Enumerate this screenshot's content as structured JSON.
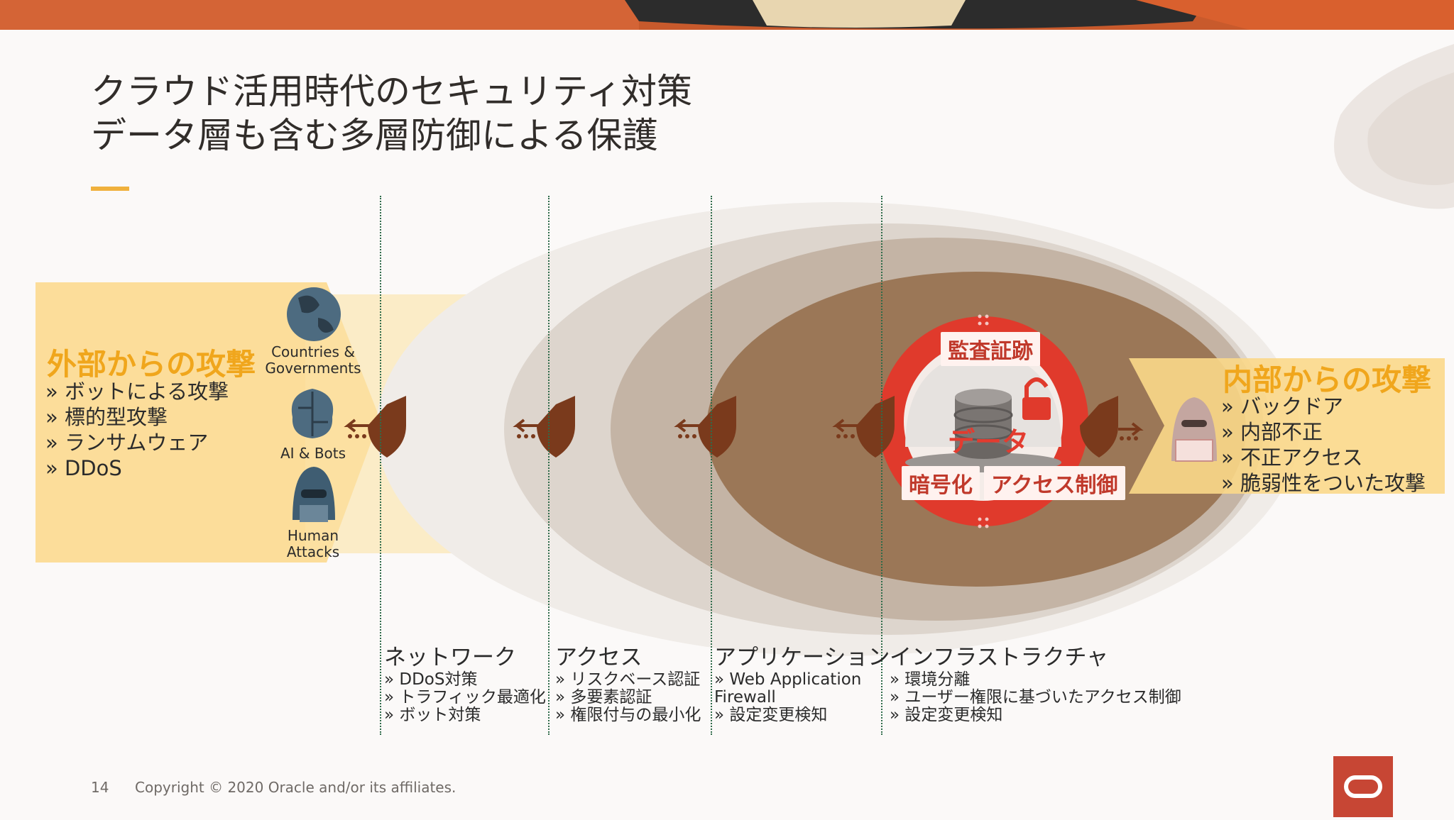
{
  "title": {
    "line1": "クラウド活用時代のセキュリティ対策",
    "line2": "データ層も含む多層防御による保護"
  },
  "external": {
    "title": "外部からの攻撃",
    "items": [
      "ボットによる攻撃",
      "標的型攻撃",
      "ランサムウェア",
      "DDoS"
    ],
    "sources": [
      {
        "label": "Countries &\nGovernments",
        "icon": "globe-icon"
      },
      {
        "label": "AI & Bots",
        "icon": "brain-circuit-icon"
      },
      {
        "label": "Human\nAttacks",
        "icon": "hacker-icon"
      }
    ]
  },
  "internal": {
    "title": "内部からの攻撃",
    "items": [
      "バックドア",
      "内部不正",
      "不正アクセス",
      "脆弱性をついた攻撃"
    ]
  },
  "core": {
    "data_label": "データ",
    "tags": {
      "audit": "監査証跡",
      "encrypt": "暗号化",
      "access": "アクセス制御"
    }
  },
  "layers": [
    {
      "title": "ネットワーク",
      "items": [
        "DDoS対策",
        "トラフィック最適化",
        "ボット対策"
      ]
    },
    {
      "title": "アクセス",
      "items": [
        "リスクベース認証",
        "多要素認証",
        "権限付与の最小化"
      ]
    },
    {
      "title": "アプリケーション",
      "items": [
        "Web Application\n Firewall",
        "設定変更検知"
      ]
    },
    {
      "title": "インフラストラクチャ",
      "items": [
        "環境分離",
        "ユーザー権限に基づいたアクセス制御",
        "設定変更検知"
      ]
    }
  ],
  "footer": {
    "page": "14",
    "copyright": "Copyright © 2020 Oracle and/or its affiliates."
  },
  "colors": {
    "accent_yellow": "#f0b13d",
    "attack_orange": "#f0a61c",
    "shield_brown": "#7a3a1c",
    "oracle_red": "#c74634",
    "ring_red": "#e03a2c"
  }
}
